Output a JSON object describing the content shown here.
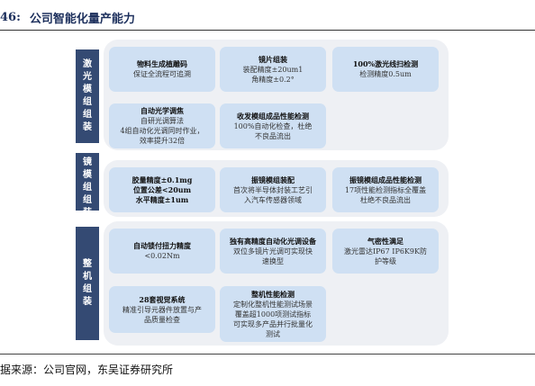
{
  "figure": {
    "number": "46:",
    "title": "公司智能化量产能力"
  },
  "source": "据来源：公司官网，东吴证券研究所",
  "groups": [
    {
      "label": "激光模组组装",
      "cards": [
        {
          "title": "物料生成植雕码",
          "lines": [
            "保证全流程可追溯"
          ]
        },
        {
          "title": "镜片组装",
          "lines": [
            "装配精度±20um1",
            "角精度±0.2°"
          ]
        },
        {
          "title": "100%激光线扫检测",
          "lines": [
            "检测精度0.5um"
          ]
        },
        {
          "title": "自动光学调焦",
          "lines": [
            "自研光调算法",
            "4组自动化光调同时作业，",
            "效率提升32倍"
          ]
        },
        {
          "title": "收发模组成品性能检测",
          "lines": [
            "100%自动化检查，杜绝",
            "不良品流出"
          ]
        }
      ]
    },
    {
      "label": "振镜模组组装",
      "cards": [
        {
          "title": "",
          "lines": [
            "胶量精度±0.1mg",
            "位置公差<20um",
            "水平精度±1um"
          ]
        },
        {
          "title": "振镜模组装配",
          "lines": [
            "首次将半导体封装工艺引",
            "入汽车传感器领域"
          ]
        },
        {
          "title": "振镜模组成品性能检测",
          "lines": [
            "17项性能检测指标全覆盖",
            "杜绝不良品流出"
          ]
        }
      ]
    },
    {
      "label": "整机组装",
      "cards": [
        {
          "title": "",
          "lines": [
            "自动锁付扭力精度",
            "<0.02Nm"
          ]
        },
        {
          "title": "独有高精度自动化光调设备",
          "lines": [
            "双位多镜片光调可实现快",
            "速换型"
          ]
        },
        {
          "title": "气密性满足",
          "lines": [
            "激光雷达IP67 IP6K9K防",
            "护等级"
          ]
        },
        {
          "title": "28套视觉系统",
          "lines": [
            "精准引导元器件放置与产",
            "品质量检查"
          ]
        },
        {
          "title": "整机性能检测",
          "lines": [
            "定制化整机性能测试场景",
            "覆盖超1000项测试指标",
            "可实现多产品并行批量化",
            "测试"
          ]
        }
      ]
    }
  ]
}
